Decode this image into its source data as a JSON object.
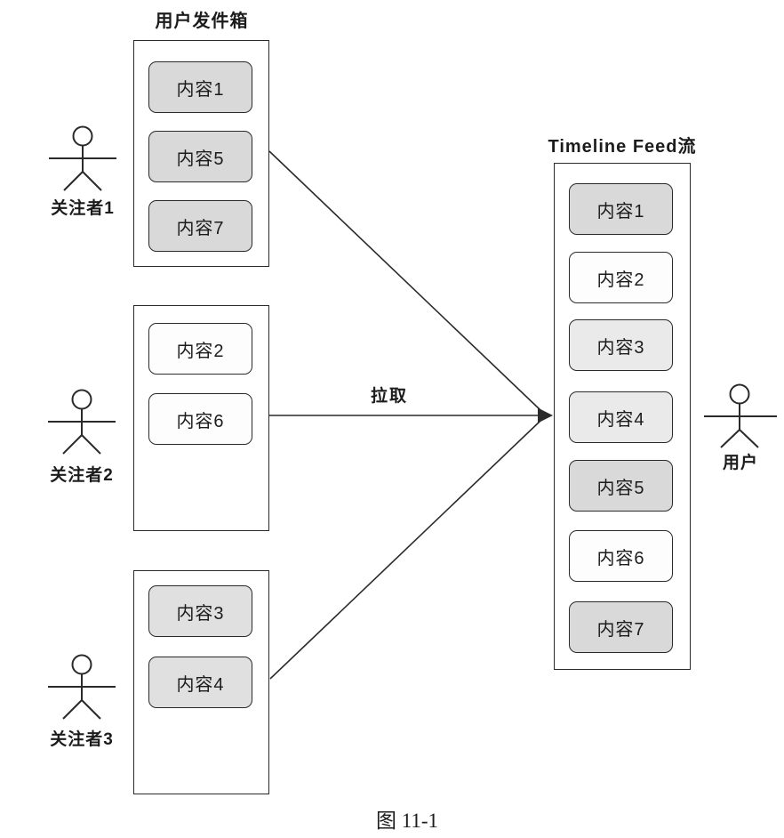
{
  "colors": {
    "line": "#2a2a2a",
    "item_shade_dark": "#d9d9d9",
    "item_shade_medium": "#e0e0e0",
    "item_shade_light": "#eaeaea",
    "item_white": "#fdfdfd",
    "canvas_bg": "#ffffff",
    "text": "#1c1c1c"
  },
  "outbox_title": "用户发件箱",
  "followers": [
    {
      "label": "关注者1",
      "items": [
        {
          "label": "内容1",
          "shade": "dark"
        },
        {
          "label": "内容5",
          "shade": "dark"
        },
        {
          "label": "内容7",
          "shade": "dark"
        }
      ]
    },
    {
      "label": "关注者2",
      "items": [
        {
          "label": "内容2",
          "shade": "none"
        },
        {
          "label": "内容6",
          "shade": "none"
        }
      ]
    },
    {
      "label": "关注者3",
      "items": [
        {
          "label": "内容3",
          "shade": "medium"
        },
        {
          "label": "内容4",
          "shade": "medium"
        }
      ]
    }
  ],
  "pull_label": "拉取",
  "timeline": {
    "title": "Timeline Feed流",
    "items": [
      {
        "label": "内容1",
        "shade": "dark"
      },
      {
        "label": "内容2",
        "shade": "none"
      },
      {
        "label": "内容3",
        "shade": "light"
      },
      {
        "label": "内容4",
        "shade": "light"
      },
      {
        "label": "内容5",
        "shade": "dark"
      },
      {
        "label": "内容6",
        "shade": "none"
      },
      {
        "label": "内容7",
        "shade": "dark"
      }
    ]
  },
  "user_label": "用户",
  "caption": "图 11-1"
}
